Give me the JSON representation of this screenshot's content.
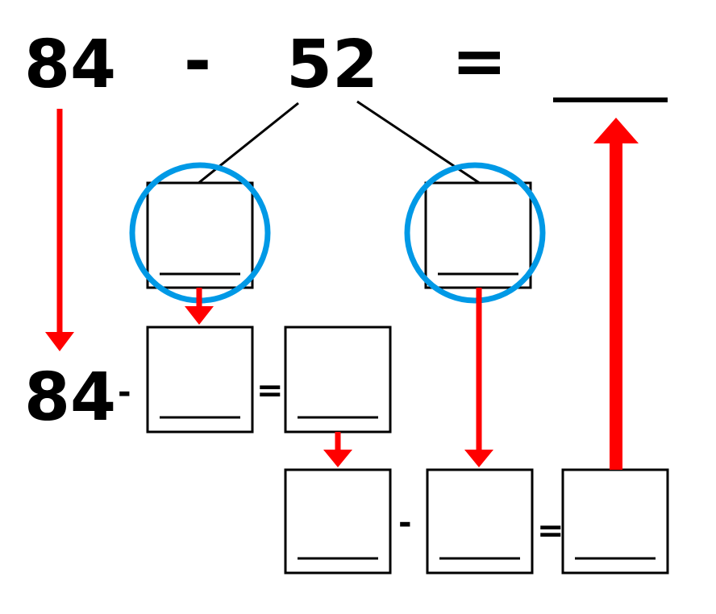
{
  "equation": {
    "minuend": "84",
    "minus": "-",
    "subtrahend": "52",
    "equals": "=",
    "answer_blank": ""
  },
  "step1": {
    "minuend": "84",
    "minus": "-",
    "equals": "="
  },
  "step2": {
    "minus": "-",
    "equals": "="
  },
  "colors": {
    "arrow": "#ff0000",
    "circle": "#0099e6",
    "ink": "#000000"
  }
}
